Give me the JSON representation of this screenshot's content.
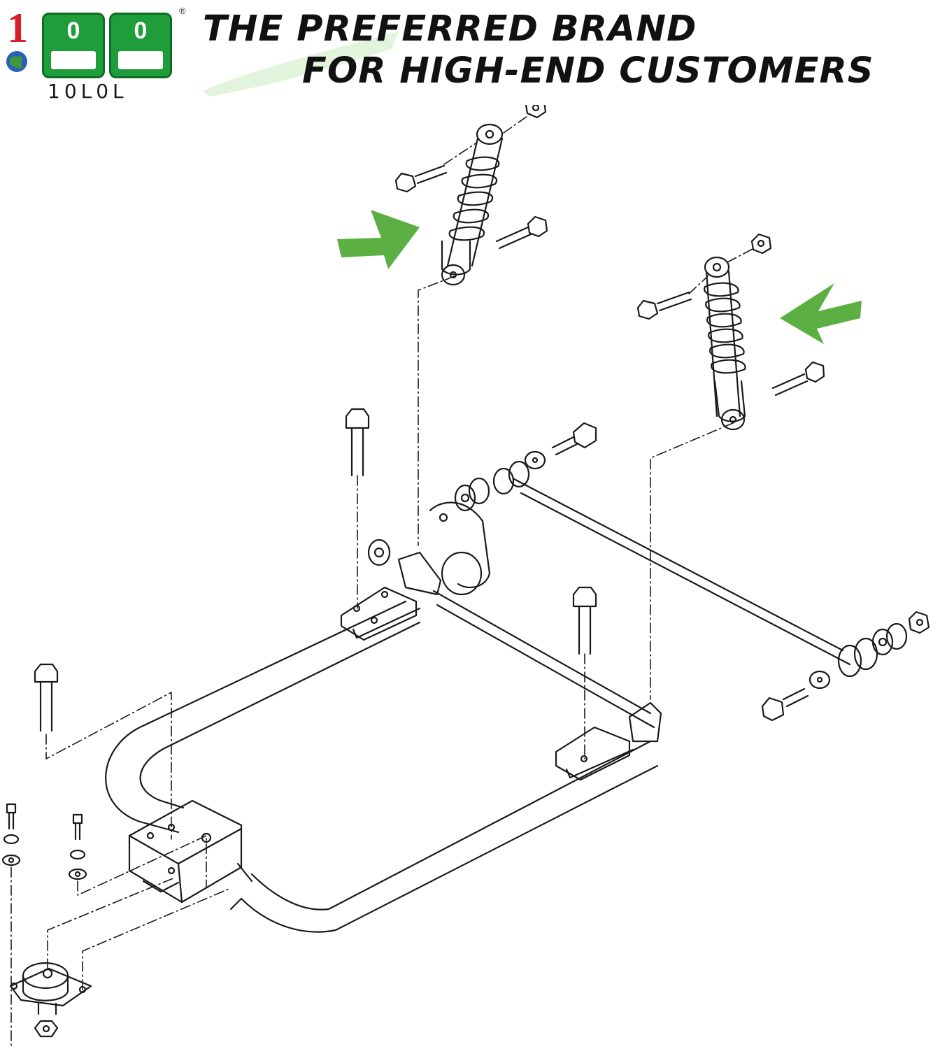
{
  "brand": {
    "logo_digits": [
      "1",
      "0",
      "0"
    ],
    "logo_box_labels": [
      "0",
      "0"
    ],
    "wordmark": "10L0L",
    "registered": "®",
    "accent_red": "#d61f26",
    "accent_green": "#1f9d3a"
  },
  "headline": {
    "line1": "THE PREFERRED BRAND",
    "line2": "FOR HIGH-END CUSTOMERS"
  },
  "diagram": {
    "highlight_arrow_color": "#5cb043",
    "line_color": "#1a1a1a",
    "highlighted_parts": [
      "rear-shock-absorber-left",
      "rear-shock-absorber-right"
    ]
  }
}
